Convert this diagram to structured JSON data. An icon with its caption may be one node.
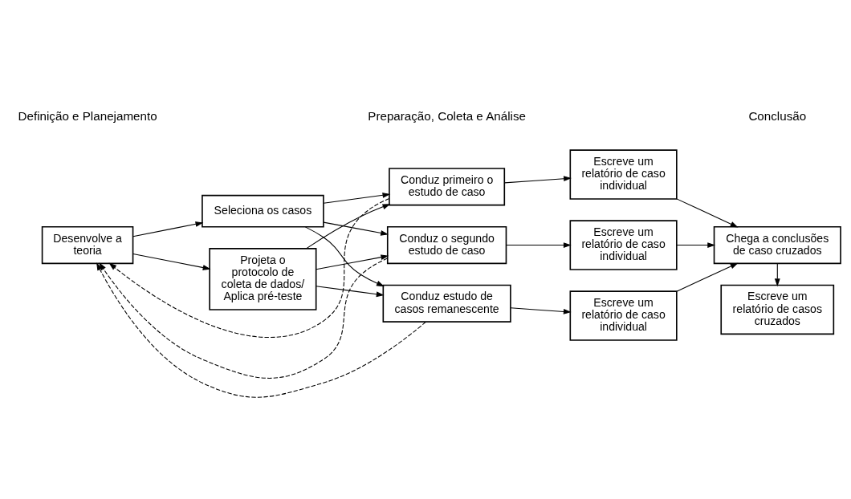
{
  "diagram": {
    "nodes": [
      {
        "text": [
          "Desenvolve a teoria"
        ]
      },
      {
        "text": [
          "Seleciona os casos"
        ]
      },
      {
        "text": [
          "Projeta o protocolo de coleta de dados/ Aplica pré-teste"
        ]
      },
      {
        "text": [
          "Conduz primeiro o estudo de caso"
        ]
      },
      {
        "text": [
          "Escreve um relatório de caso individual"
        ]
      },
      {
        "text": [
          "Conduz o segundo estudo de caso"
        ]
      },
      {
        "text": [
          "Escreve um relatório de caso individual"
        ]
      },
      {
        "text": [
          "Conduz estudo de casos remanescente"
        ]
      },
      {
        "text": [
          "Escreve um relatório de caso individual"
        ]
      },
      {
        "text": [
          "Chega a conclusões de caso cruzados"
        ]
      },
      {
        "text": [
          "Escreve um relatório de casos cruzados"
        ]
      }
    ],
    "edges": [
      {
        "from": 0,
        "to": 1,
        "arrow": "to"
      },
      {
        "from": 0,
        "to": 2,
        "arrow": "to"
      },
      {
        "from": 1,
        "to": 3,
        "arrow": "to"
      },
      {
        "from": 1,
        "to": 5,
        "arrow": "to"
      },
      {
        "from": 1,
        "to": 7,
        "arrow": "to"
      },
      {
        "from": 2,
        "to": 3,
        "arrow": "to"
      },
      {
        "from": 2,
        "to": 5,
        "arrow": "to"
      },
      {
        "from": 2,
        "to": 7,
        "arrow": "to"
      },
      {
        "from": 3,
        "to": 4,
        "arrow": "to"
      },
      {
        "from": 5,
        "to": 6,
        "arrow": "to"
      },
      {
        "from": 7,
        "to": 8,
        "arrow": "to"
      },
      {
        "from": 4,
        "to": 9,
        "arrow": "to"
      },
      {
        "from": 6,
        "to": 9,
        "arrow": "to"
      },
      {
        "from": 8,
        "to": 9,
        "arrow": "to"
      },
      {
        "from": 9,
        "to": 10,
        "arrow": "to"
      },
      {
        "from": 3,
        "to": 0,
        "arrow": "to",
        "style": "dashed"
      },
      {
        "from": 5,
        "to": 0,
        "arrow": "to",
        "style": "dashed"
      },
      {
        "from": 7,
        "to": 0,
        "arrow": "to",
        "style": "dashed"
      }
    ],
    "labels": [
      "Definição e Planejamento",
      "Preparação, Coleta e Análise",
      "Conclusão"
    ]
  }
}
